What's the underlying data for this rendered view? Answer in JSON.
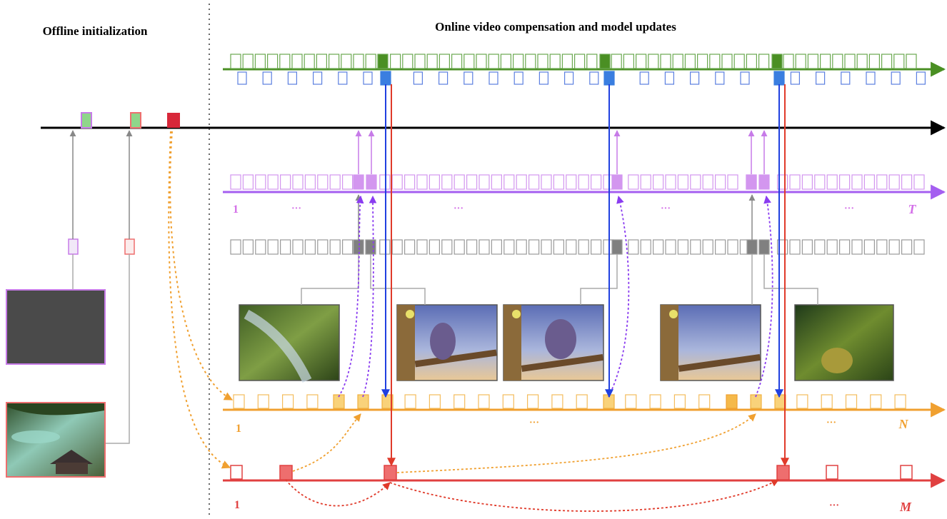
{
  "headings": {
    "offline": "Offline initialization",
    "online": "Online  video compensation and model updates"
  },
  "labels": {
    "purple_start": "1",
    "purple_end": "T",
    "orange_start": "1",
    "orange_end": "N",
    "red_start": "1",
    "red_end": "M",
    "ellipsis": "···"
  },
  "colors": {
    "green": "#4a8f23",
    "blue": "#3a7ee0",
    "purple": "#a45ef0",
    "light_purple": "#d88ff2",
    "gray": "#808080",
    "orange": "#f0a030",
    "light_orange": "#f9d27a",
    "red": "#e04040",
    "red_fill": "#ee6e6e",
    "black": "#000000"
  }
}
